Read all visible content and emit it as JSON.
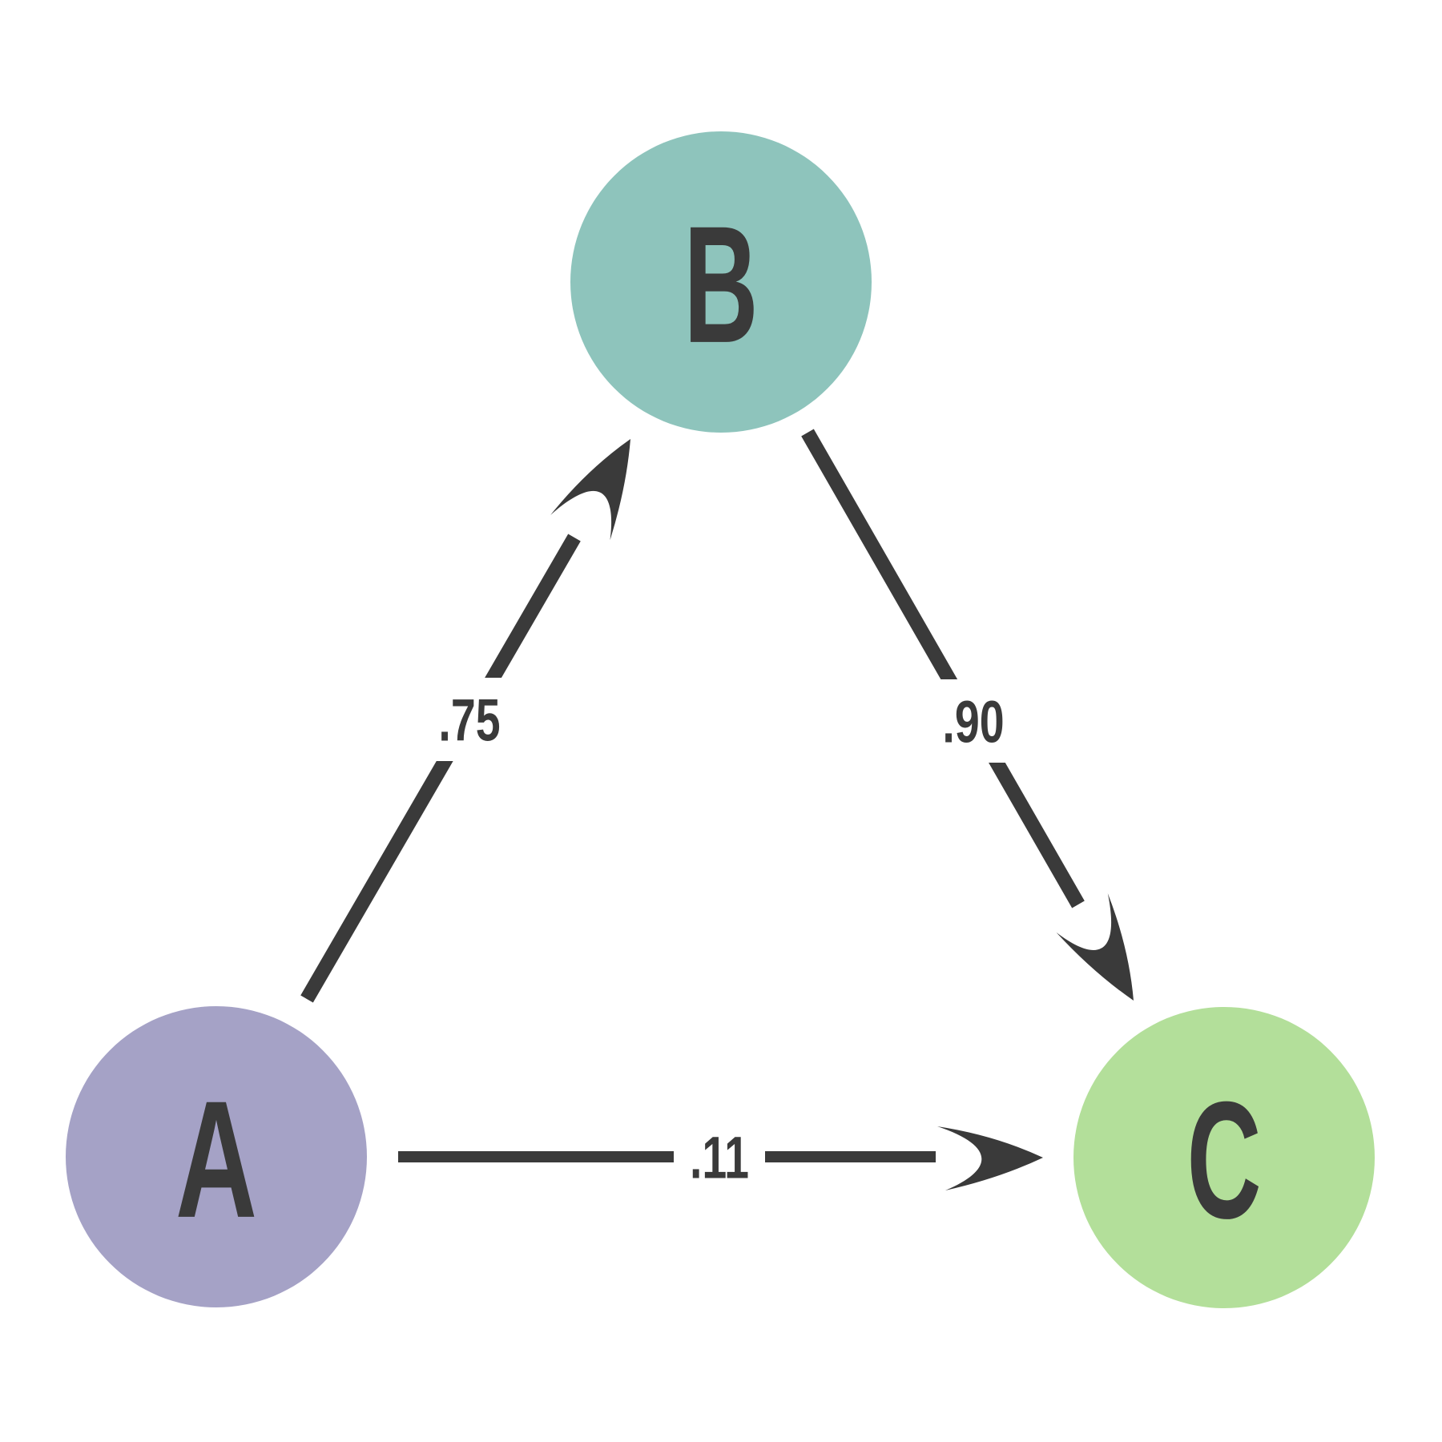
{
  "diagram": {
    "type": "directed-graph",
    "background": "#ffffff",
    "nodes": {
      "a": {
        "label": "A",
        "color": "#a5a2c6",
        "position": "bottom-left"
      },
      "b": {
        "label": "B",
        "color": "#8ec4bc",
        "position": "top-center"
      },
      "c": {
        "label": "C",
        "color": "#b3df9a",
        "position": "bottom-right"
      }
    },
    "edges": {
      "a_b": {
        "from": "A",
        "to": "B",
        "label": ".75",
        "weight": 0.75
      },
      "b_c": {
        "from": "B",
        "to": "C",
        "label": ".90",
        "weight": 0.9
      },
      "a_c": {
        "from": "A",
        "to": "C",
        "label": ".11",
        "weight": 0.11
      }
    },
    "colors": {
      "edge": "#3a3a3a",
      "label_text": "#3a3a3a",
      "node_text": "#3a3a3a",
      "background": "#ffffff"
    }
  }
}
